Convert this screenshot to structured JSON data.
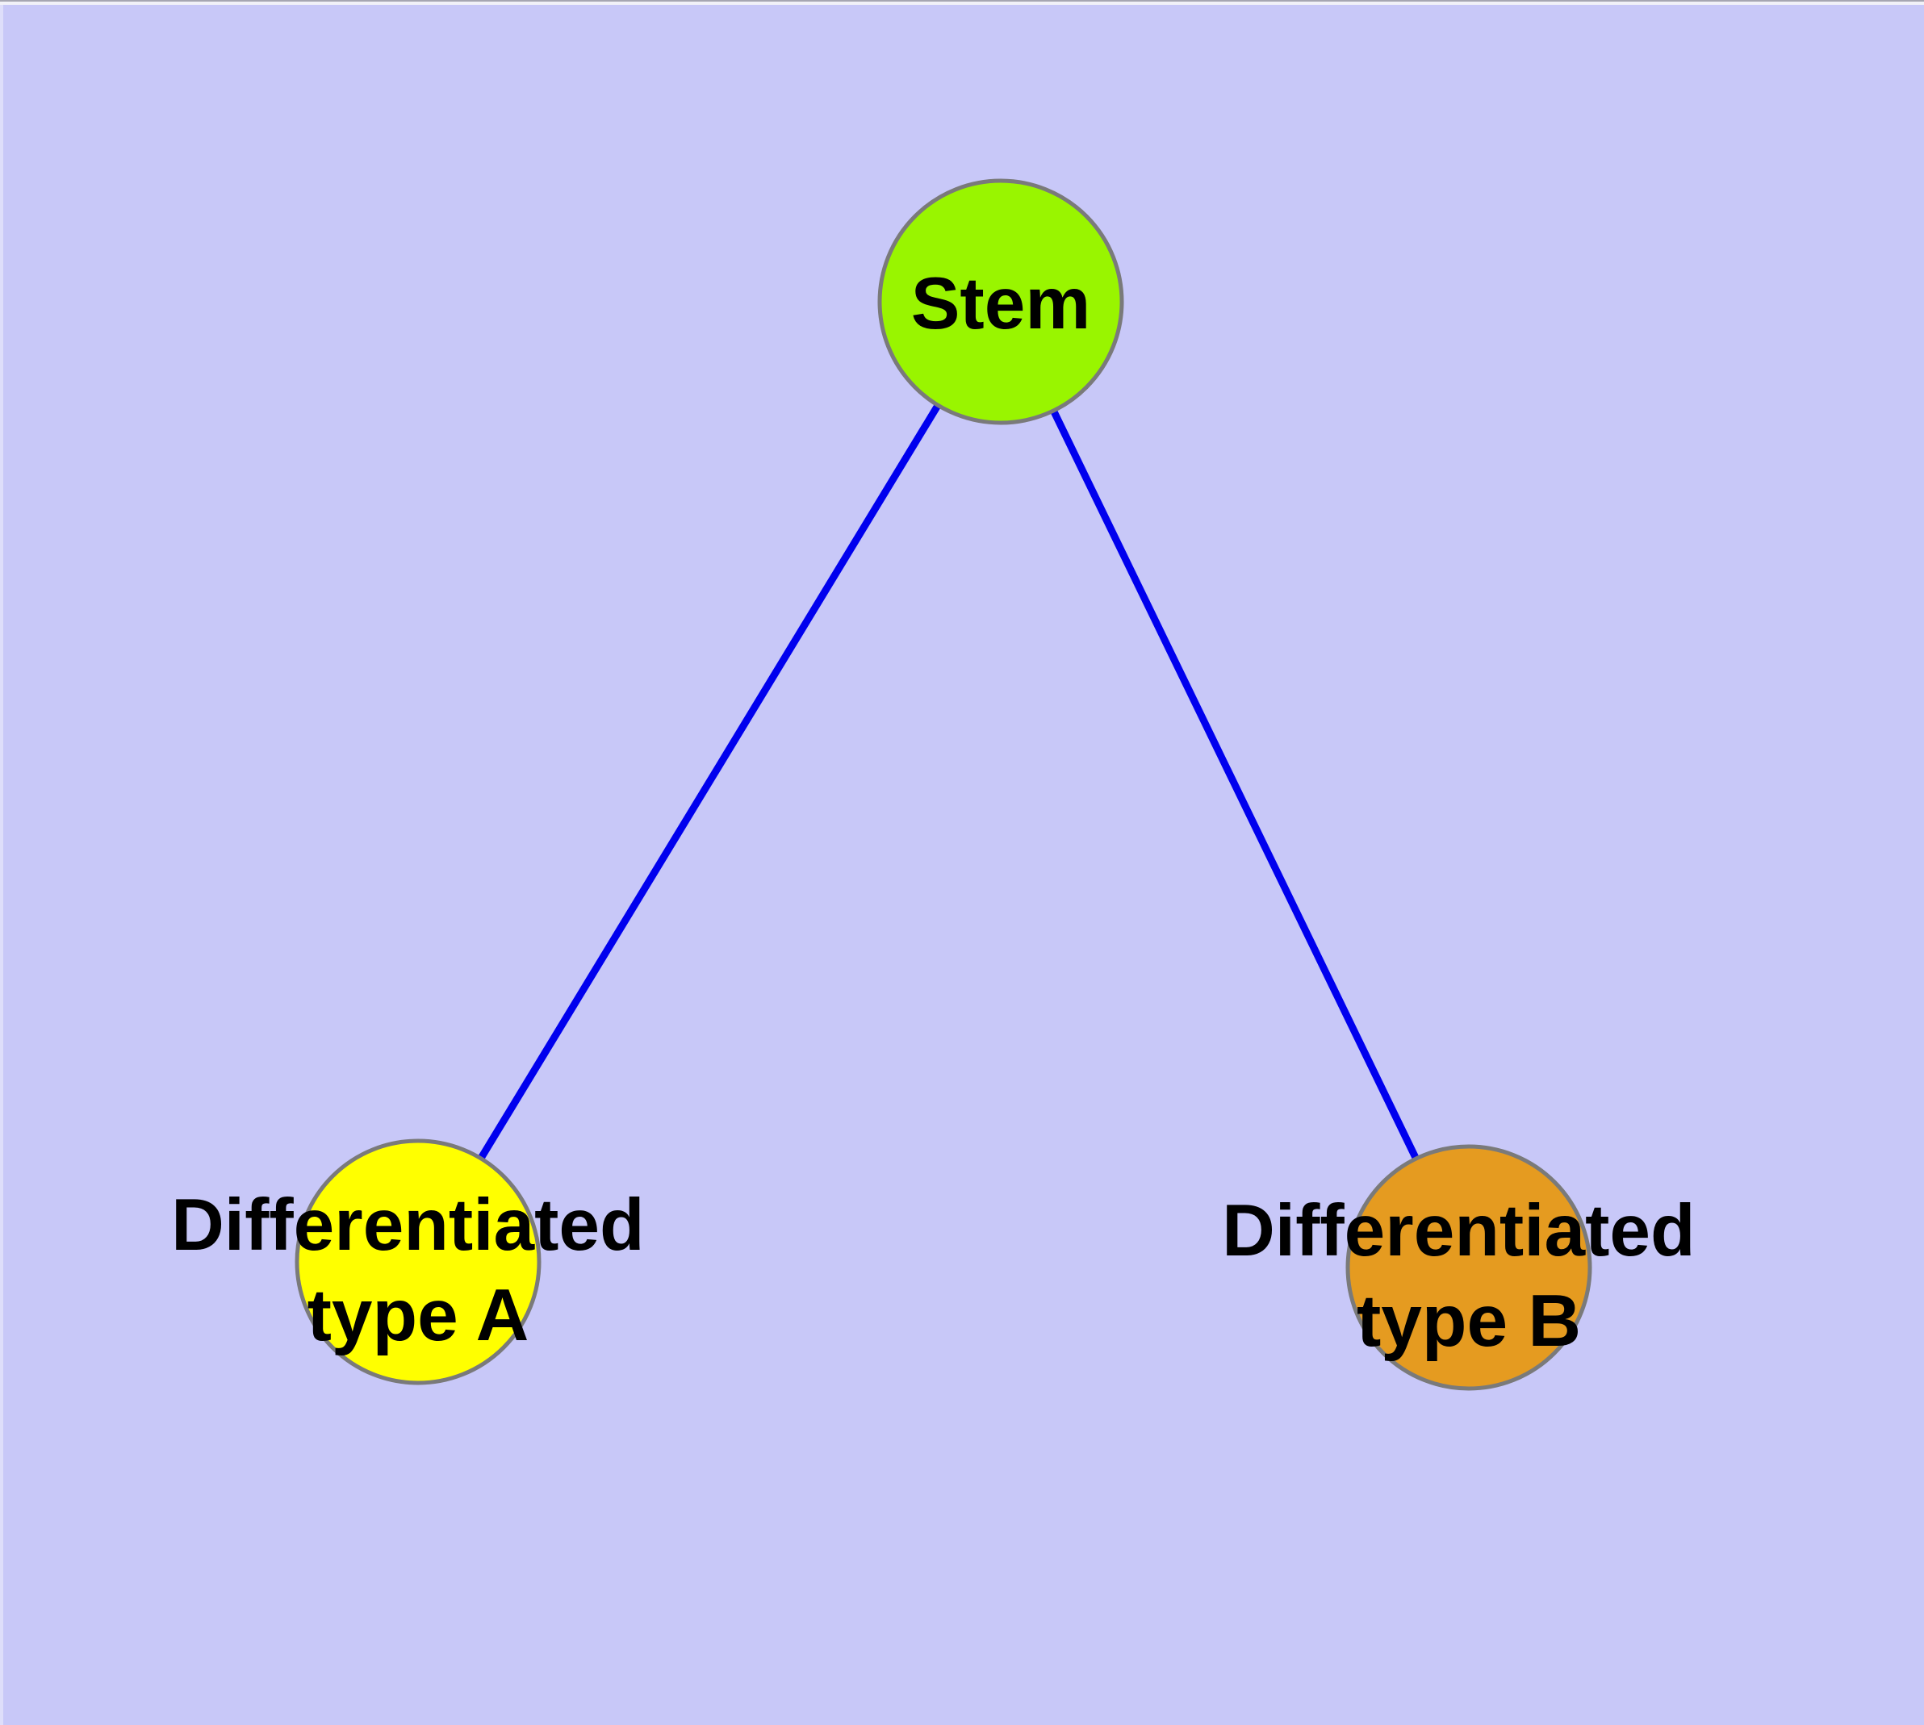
{
  "canvas": {
    "background_color": "#C8C8F8",
    "text_color": "#000000",
    "node_border_color": "#7A7A7A"
  },
  "diagram": {
    "type": "graph",
    "description": "Stem cell differentiation tree: one stem node linked to two differentiated cell-type nodes",
    "nodes": [
      {
        "id": "stem",
        "label": "Stem",
        "label_lines": [
          "Stem"
        ],
        "fill": "#99F500"
      },
      {
        "id": "diff-a",
        "label": "Differentiated type A",
        "label_lines": [
          "Differentiated",
          "type A"
        ],
        "fill": "#FFFF00"
      },
      {
        "id": "diff-b",
        "label": "Differentiated type B",
        "label_lines": [
          "Differentiated",
          "type B"
        ],
        "fill": "#E59B20"
      }
    ],
    "edges": [
      {
        "from": "stem",
        "to": "diff-a",
        "color": "#0000EE"
      },
      {
        "from": "stem",
        "to": "diff-b",
        "color": "#0000EE"
      }
    ]
  }
}
